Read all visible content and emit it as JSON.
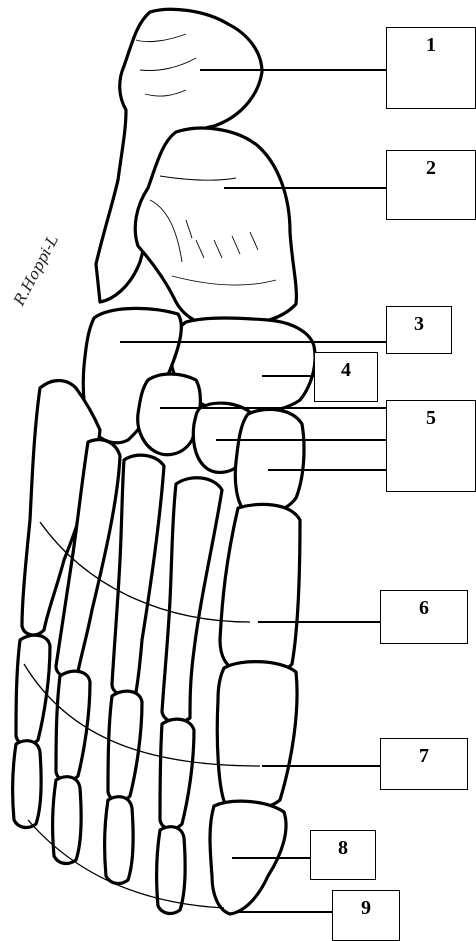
{
  "labels": [
    {
      "id": "1",
      "text": "1"
    },
    {
      "id": "2",
      "text": "2"
    },
    {
      "id": "3",
      "text": "3"
    },
    {
      "id": "4",
      "text": "4"
    },
    {
      "id": "5",
      "text": "5"
    },
    {
      "id": "6",
      "text": "6"
    },
    {
      "id": "7",
      "text": "7"
    },
    {
      "id": "8",
      "text": "8"
    },
    {
      "id": "9",
      "text": "9"
    }
  ],
  "artist_signature": "R.Hoppi-L"
}
